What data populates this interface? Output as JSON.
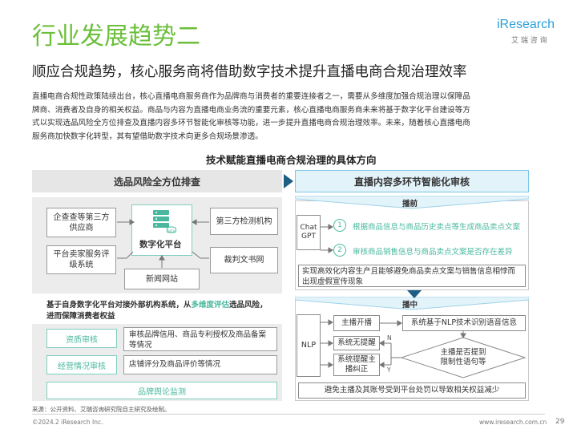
{
  "header": {
    "title": "行业发展趋势二",
    "subtitle": "顺应合规趋势，核心服务商将借助数字技术提升直播电商合规治理效率",
    "logo_text": "iResearch",
    "logo_sub": "艾 瑞 咨 询"
  },
  "body_text": [
    "直播电商合规性政策陆续出台，核心直播电商服务商作为品牌商与消费者的重要连接者之一，需要从多维度加强合规治理以保障品",
    "牌商、消费者及自身的相关权益。商品与内容为直播电商业务流的重要元素，核心直播电商服务商未来将基于数字化平台建设等方",
    "式以实现选品风险全方位排查及直播内容多环节智能化审核等功能，进一步提升直播电商合规治理效率。未来，随着核心直播电商",
    "服务商加快数字化转型，其有望借助数字技术向更多合规场景渗透。"
  ],
  "diagram": {
    "title": "技术赋能直播电商合规治理的具体方向",
    "left": {
      "header": "选品风险全方位排查",
      "sources": [
        "企查查等第三方供应商",
        "第三方检测机构",
        "平台卖家服务评级系统",
        "裁判文书网",
        "新闻网站"
      ],
      "center_label": "数字化平台",
      "db_label": "DATA",
      "note": [
        "基于自身数字化平台对接外部机构系统，从",
        "多维度评估",
        "选品风险，",
        "进而保障消费者权益"
      ],
      "rows": [
        {
          "label": "资质审核",
          "desc": "审核品牌信用、商品专利授权及商品备案等情况"
        },
        {
          "label": "经营情况审核",
          "desc": "店铺评分及商品评价等情况"
        }
      ],
      "bottom": "品牌舆论监测"
    },
    "right": {
      "header": "直播内容多环节智能化审核",
      "pre_label": "播前",
      "chatgpt": "Chat GPT",
      "steps": [
        {
          "num": "1",
          "text": "根据商品信息与商品历史卖点等生成商品卖点文案"
        },
        {
          "num": "2",
          "text": "审核商品销售信息与商品卖点文案是否存在差异"
        }
      ],
      "pre_result": "实现高效化内容生产且能够避免商品卖点文案与销售信息相悖而出现虚假宣传现象",
      "mid_label": "播中",
      "nlp": "NLP",
      "host_box": "主播开播",
      "asr_box": "系统基于NLP技术识别语音信息",
      "no_remind": "系统无提醒",
      "remind": "系统提醒主播纠正",
      "decision": "主播是否提到限制性语句等",
      "n_label": "N",
      "y_label": "Y",
      "mid_result": "避免主播及其账号受到平台处罚以导致相关权益减少"
    }
  },
  "footer": {
    "source": "来源：公开资料、艾瑞咨询研究院自主研究及绘制。",
    "copyright": "©2024.2 iResearch Inc.",
    "url": "www.iresearch.com.cn",
    "page": "29"
  },
  "colors": {
    "teal": "#49b89e",
    "title_green": "#6bbf3b",
    "logo_blue": "#2aa0d8",
    "gray_panel": "#ececec",
    "blue_panel": "#e3f3fa",
    "dark_arrow": "#1e5f86"
  }
}
